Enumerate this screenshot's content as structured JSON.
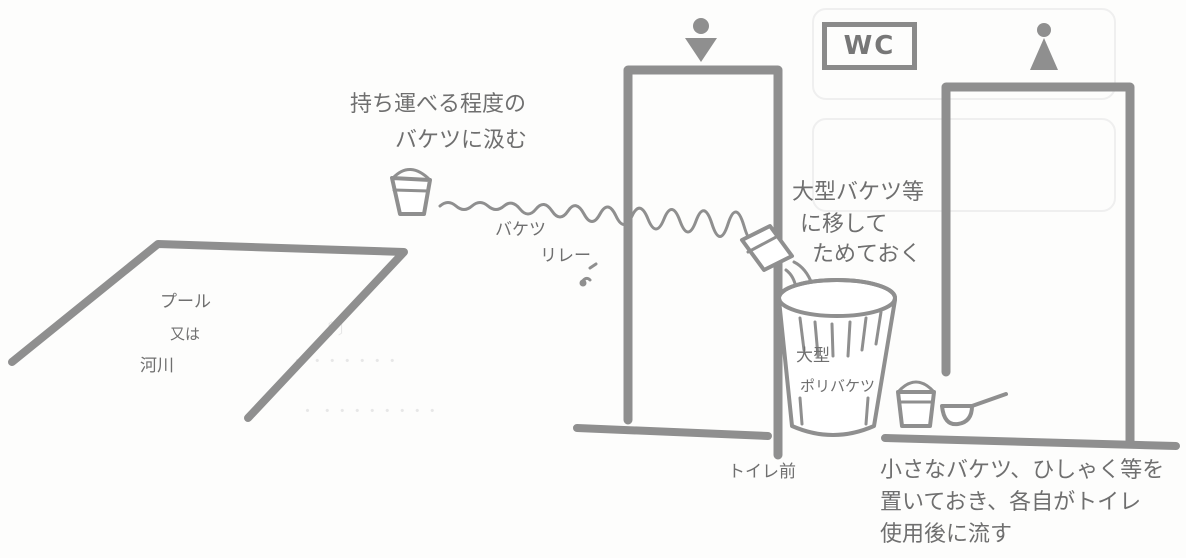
{
  "sign": {
    "wc": "WC"
  },
  "labels": {
    "carry_bucket": [
      "持ち運べる程度の",
      "バケツに汲む"
    ],
    "relay": [
      "バケツ",
      "リレー"
    ],
    "pool": [
      "プール",
      "又は",
      "河川"
    ],
    "transfer": [
      "大型バケツ等",
      "に移して",
      "ためておく"
    ],
    "poly_bucket": [
      "大型",
      "ポリバケツ"
    ],
    "toilet_front": "トイレ前",
    "small_bucket": [
      "小さなバケツ、ひしゃく等を",
      "置いておき、各自がトイレ",
      "使用後に流す"
    ]
  },
  "colors": {
    "line": "#8f8f8f",
    "text": "#6f6f6f",
    "ghost": "#e8e8e8",
    "paper": "#fdfdfc"
  }
}
